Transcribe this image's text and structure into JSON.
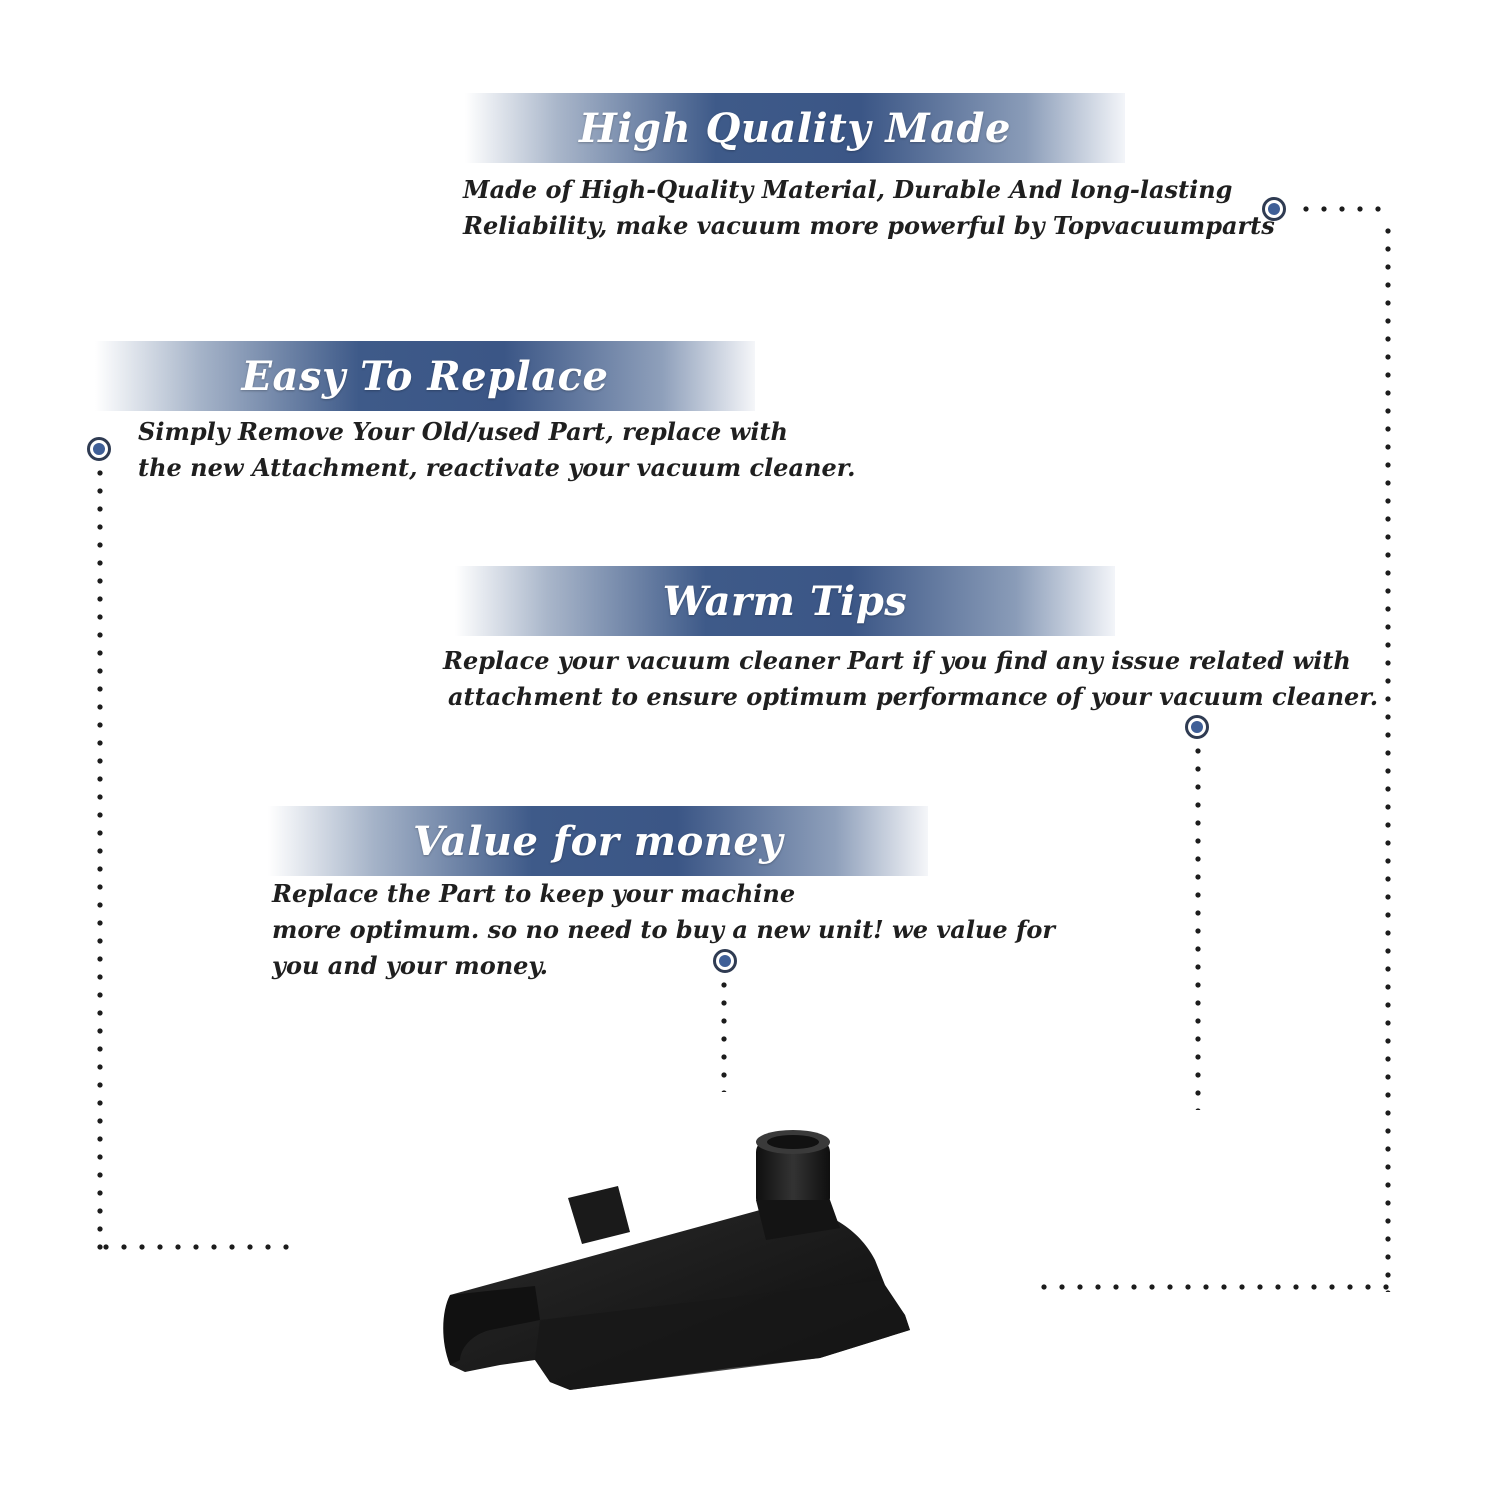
{
  "sections": [
    {
      "title": "High Quality Made",
      "lines": [
        "Made of  High-Quality Material, Durable And long-lasting",
        "Reliability, make vacuum more powerful by Topvacuumparts"
      ]
    },
    {
      "title": "Easy To Replace",
      "lines": [
        "Simply Remove Your Old/used Part, replace with",
        "the new Attachment, reactivate your vacuum cleaner."
      ]
    },
    {
      "title": "Warm Tips",
      "lines": [
        "Replace your vacuum cleaner Part if you find any issue related with",
        "attachment to ensure optimum performance of your vacuum cleaner."
      ]
    },
    {
      "title": "Value for money",
      "lines": [
        "Replace the Part to keep your machine",
        "more optimum. so no need to buy a new unit! we value for",
        "you and your money."
      ]
    }
  ],
  "colors": {
    "banner_blue": "#3b5686",
    "marker_blue": "#3f5f97",
    "text": "#1f1f1f",
    "part": "#151515"
  },
  "product": {
    "image_icon": "vacuum-part-clip"
  }
}
